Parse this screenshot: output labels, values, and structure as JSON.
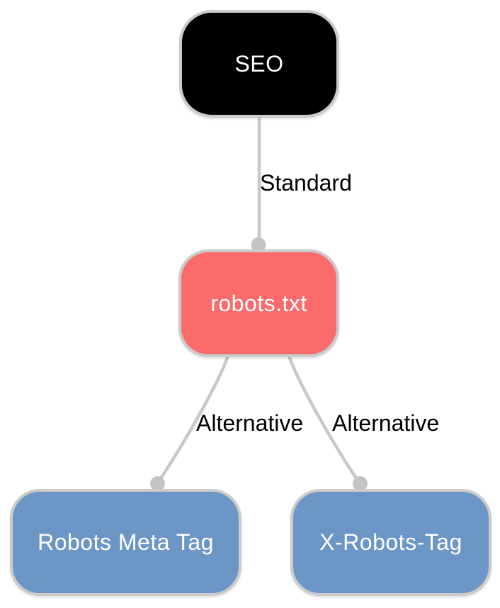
{
  "diagram": {
    "title": "SEO robots directives diagram",
    "background": "#ffffff",
    "colors": {
      "edge_line": "#c8c8c8",
      "edge_dot": "#c4c4c4",
      "node_border": "#cbcbcb",
      "edge_label_text": "#000000"
    },
    "nodes": [
      {
        "id": "seo",
        "label": "SEO",
        "fill": "#000000",
        "text_color": "#ffffff"
      },
      {
        "id": "robots-txt",
        "label": "robots.txt",
        "fill": "#fb6b6b",
        "text_color": "#ffffff"
      },
      {
        "id": "robots-meta-tag",
        "label": "Robots Meta Tag",
        "fill": "#6c96c6",
        "text_color": "#ffffff"
      },
      {
        "id": "x-robots-tag",
        "label": "X-Robots-Tag",
        "fill": "#6c96c6",
        "text_color": "#ffffff"
      }
    ],
    "edges": [
      {
        "from": "SEO",
        "to": "robots.txt",
        "label": "Standard"
      },
      {
        "from": "robots.txt",
        "to": "Robots Meta Tag",
        "label": "Alternative"
      },
      {
        "from": "robots.txt",
        "to": "X-Robots-Tag",
        "label": "Alternative"
      }
    ]
  }
}
